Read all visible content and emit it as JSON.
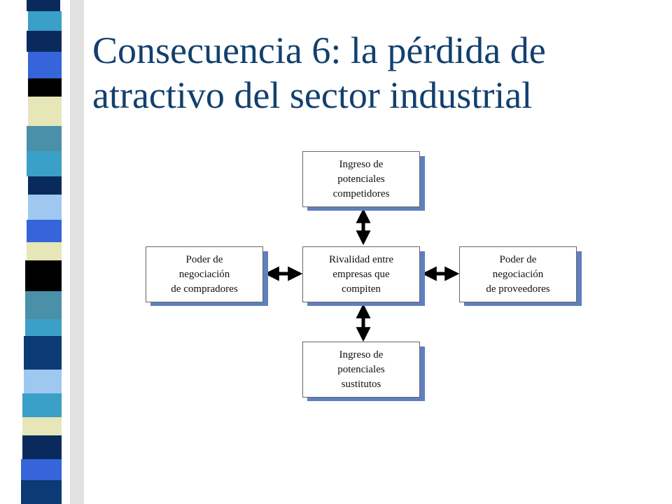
{
  "slide": {
    "title_lines": [
      "Consecuencia 6: la pérdida de",
      "atractivo del sector industrial"
    ]
  },
  "diagram": {
    "nodes": {
      "entrants": [
        "Ingreso de",
        "potenciales",
        "competidores"
      ],
      "rivalry": [
        "Rivalidad entre",
        "empresas que",
        "compiten"
      ],
      "buyers": [
        "Poder de",
        "negociación",
        "de compradores"
      ],
      "suppliers": [
        "Poder de",
        "negociación",
        "de proveedores"
      ],
      "substitutes": [
        "Ingreso de",
        "potenciales",
        "sustitutos"
      ]
    }
  },
  "colors": {
    "title": "#12406e",
    "box_shadow": "#5f7fbf",
    "arrow": "#000000",
    "stripe": [
      "#0a2a5e",
      "#3aa0c8",
      "#ffffff",
      "#e6e6b8",
      "#3565d8",
      "#000000",
      "#9ec8f0",
      "#4a90a8",
      "#0b3a75"
    ]
  }
}
